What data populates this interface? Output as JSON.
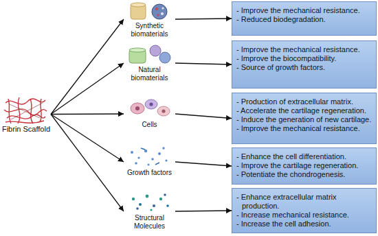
{
  "diagram": {
    "nodes": [
      {
        "text": [
          "Fibrin Scaffold"
        ]
      },
      {
        "text": [
          "Synthetic biomaterials"
        ]
      },
      {
        "text": [
          "Natural biomaterials"
        ]
      },
      {
        "text": [
          "Cells"
        ]
      },
      {
        "text": [
          "Growth factors"
        ]
      },
      {
        "text": [
          "Structural Molecules"
        ]
      },
      {
        "text": [
          "- Improve the mechanical resistance.",
          "- Reduced biodegradation."
        ]
      },
      {
        "text": [
          "- Improve the mechanical resistance.",
          "- Improve the biocompatibility.",
          "- Source of growth factors."
        ]
      },
      {
        "text": [
          "- Production of extracellular matrix.",
          "- Accelerate the cartilage regeneration.",
          "- Induce the generation of new cartilage.",
          "- Improve the mechanical resistance."
        ]
      },
      {
        "text": [
          "- Enhance the cell differentiation.",
          "- Improve the cartilage regeneration.",
          "- Potentiate the chondrogenesis."
        ]
      },
      {
        "text": [
          "- Enhance extracellular matrix production.",
          "- Increase mechanical resistance.",
          "- Increase the cell adhesion."
        ]
      }
    ],
    "edges": [
      {
        "from": 0,
        "to": 1,
        "arrow": "to"
      },
      {
        "from": 0,
        "to": 2,
        "arrow": "to"
      },
      {
        "from": 0,
        "to": 3,
        "arrow": "to"
      },
      {
        "from": 0,
        "to": 4,
        "arrow": "to"
      },
      {
        "from": 0,
        "to": 5,
        "arrow": "to"
      },
      {
        "from": 1,
        "to": 6,
        "arrow": "to"
      },
      {
        "from": 2,
        "to": 7,
        "arrow": "to"
      },
      {
        "from": 3,
        "to": 8,
        "arrow": "to"
      },
      {
        "from": 4,
        "to": 9,
        "arrow": "to"
      },
      {
        "from": 5,
        "to": 10,
        "arrow": "to"
      }
    ]
  }
}
